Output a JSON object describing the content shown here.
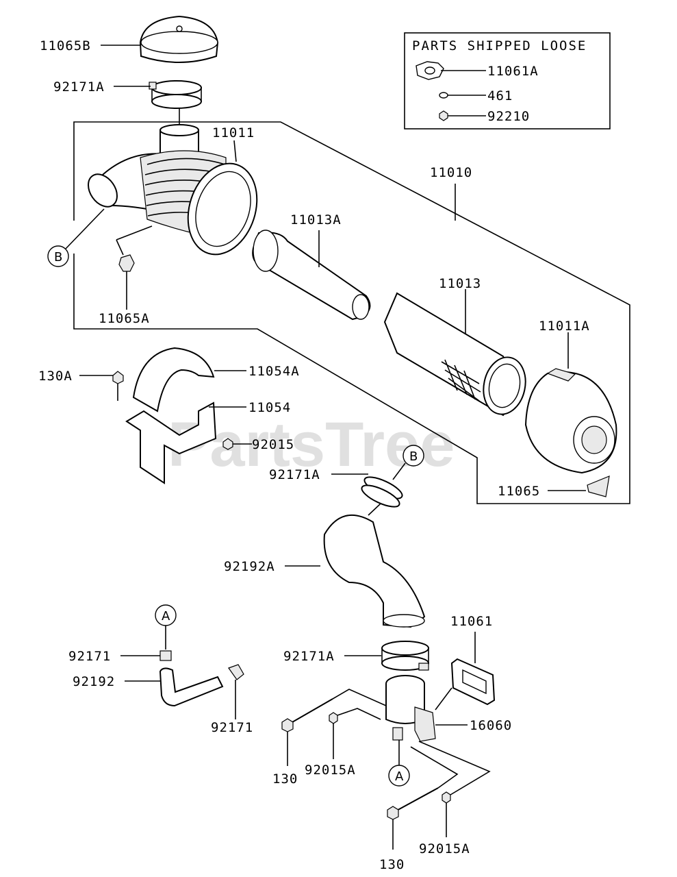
{
  "watermark": "PartsTree",
  "parts_box": {
    "title": "PARTS SHIPPED LOOSE",
    "items": [
      "11061A",
      "461",
      "92210"
    ]
  },
  "callouts": {
    "a": "A",
    "b": "B"
  },
  "labels": {
    "p11065B": "11065B",
    "p92171A_top": "92171A",
    "p11011": "11011",
    "p11010": "11010",
    "p11013A": "11013A",
    "p11065A": "11065A",
    "p11013": "11013",
    "p11011A": "11011A",
    "p130A": "130A",
    "p11054A": "11054A",
    "p11054": "11054",
    "p92015": "92015",
    "p92171A_mid": "92171A",
    "p11065": "11065",
    "p92192A": "92192A",
    "p11061": "11061",
    "p92171_a": "92171",
    "p92192": "92192",
    "p92171_b": "92171",
    "p92171A_low": "92171A",
    "p16060": "16060",
    "p130_a": "130",
    "p92015A_a": "92015A",
    "p130_b": "130",
    "p92015A_b": "92015A"
  }
}
